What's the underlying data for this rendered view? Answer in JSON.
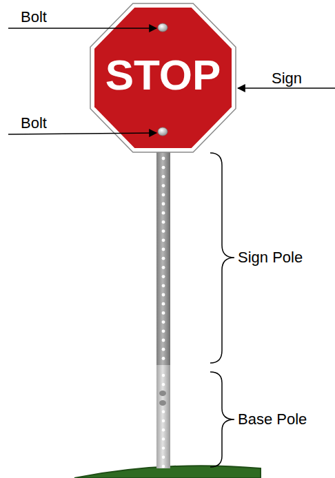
{
  "diagram": {
    "nodes": [
      {
        "text": [
          "STOP"
        ]
      }
    ],
    "labels": [
      "Bolt",
      "Sign",
      "Bolt",
      "Sign Pole",
      "Base Pole"
    ]
  }
}
